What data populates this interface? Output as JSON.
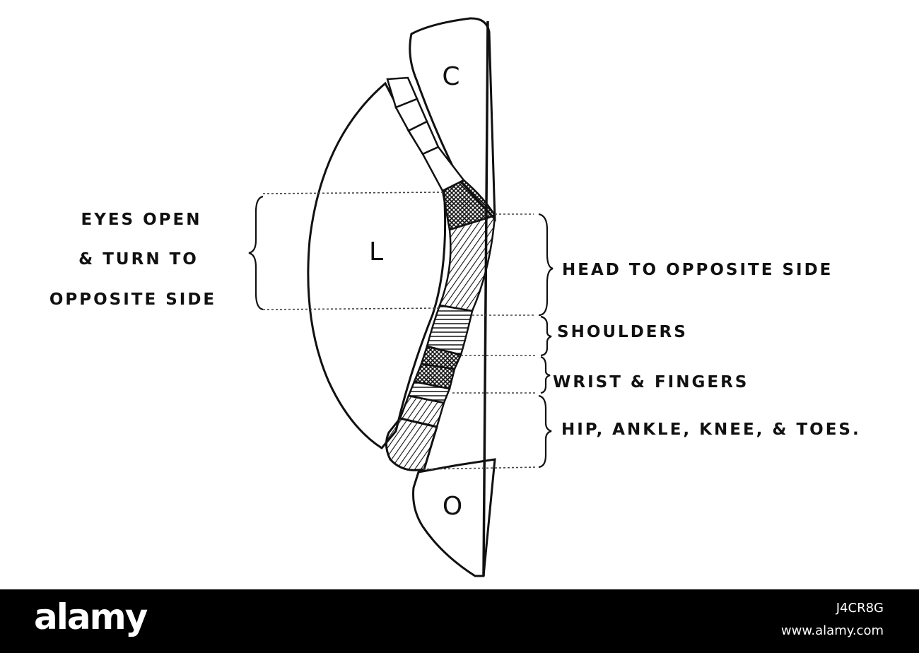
{
  "diagram": {
    "regions": {
      "upper": "C",
      "left": "L",
      "lower": "O"
    },
    "left_label": {
      "line1": "EYES OPEN",
      "line2": "& TURN TO",
      "line3": "OPPOSITE SIDE"
    },
    "right_labels": {
      "head": "HEAD TO OPPOSITE SIDE",
      "shoulders": "SHOULDERS",
      "wrist": "WRIST & FINGERS",
      "hip": "HIP, ANKLE, KNEE, & TOES."
    },
    "colors": {
      "ink": "#111111",
      "background": "#ffffff"
    }
  },
  "footer": {
    "logo": "alamy",
    "image_id": "J4CR8G",
    "url": "www.alamy.com",
    "background": "#000000",
    "text_color": "#ffffff"
  }
}
